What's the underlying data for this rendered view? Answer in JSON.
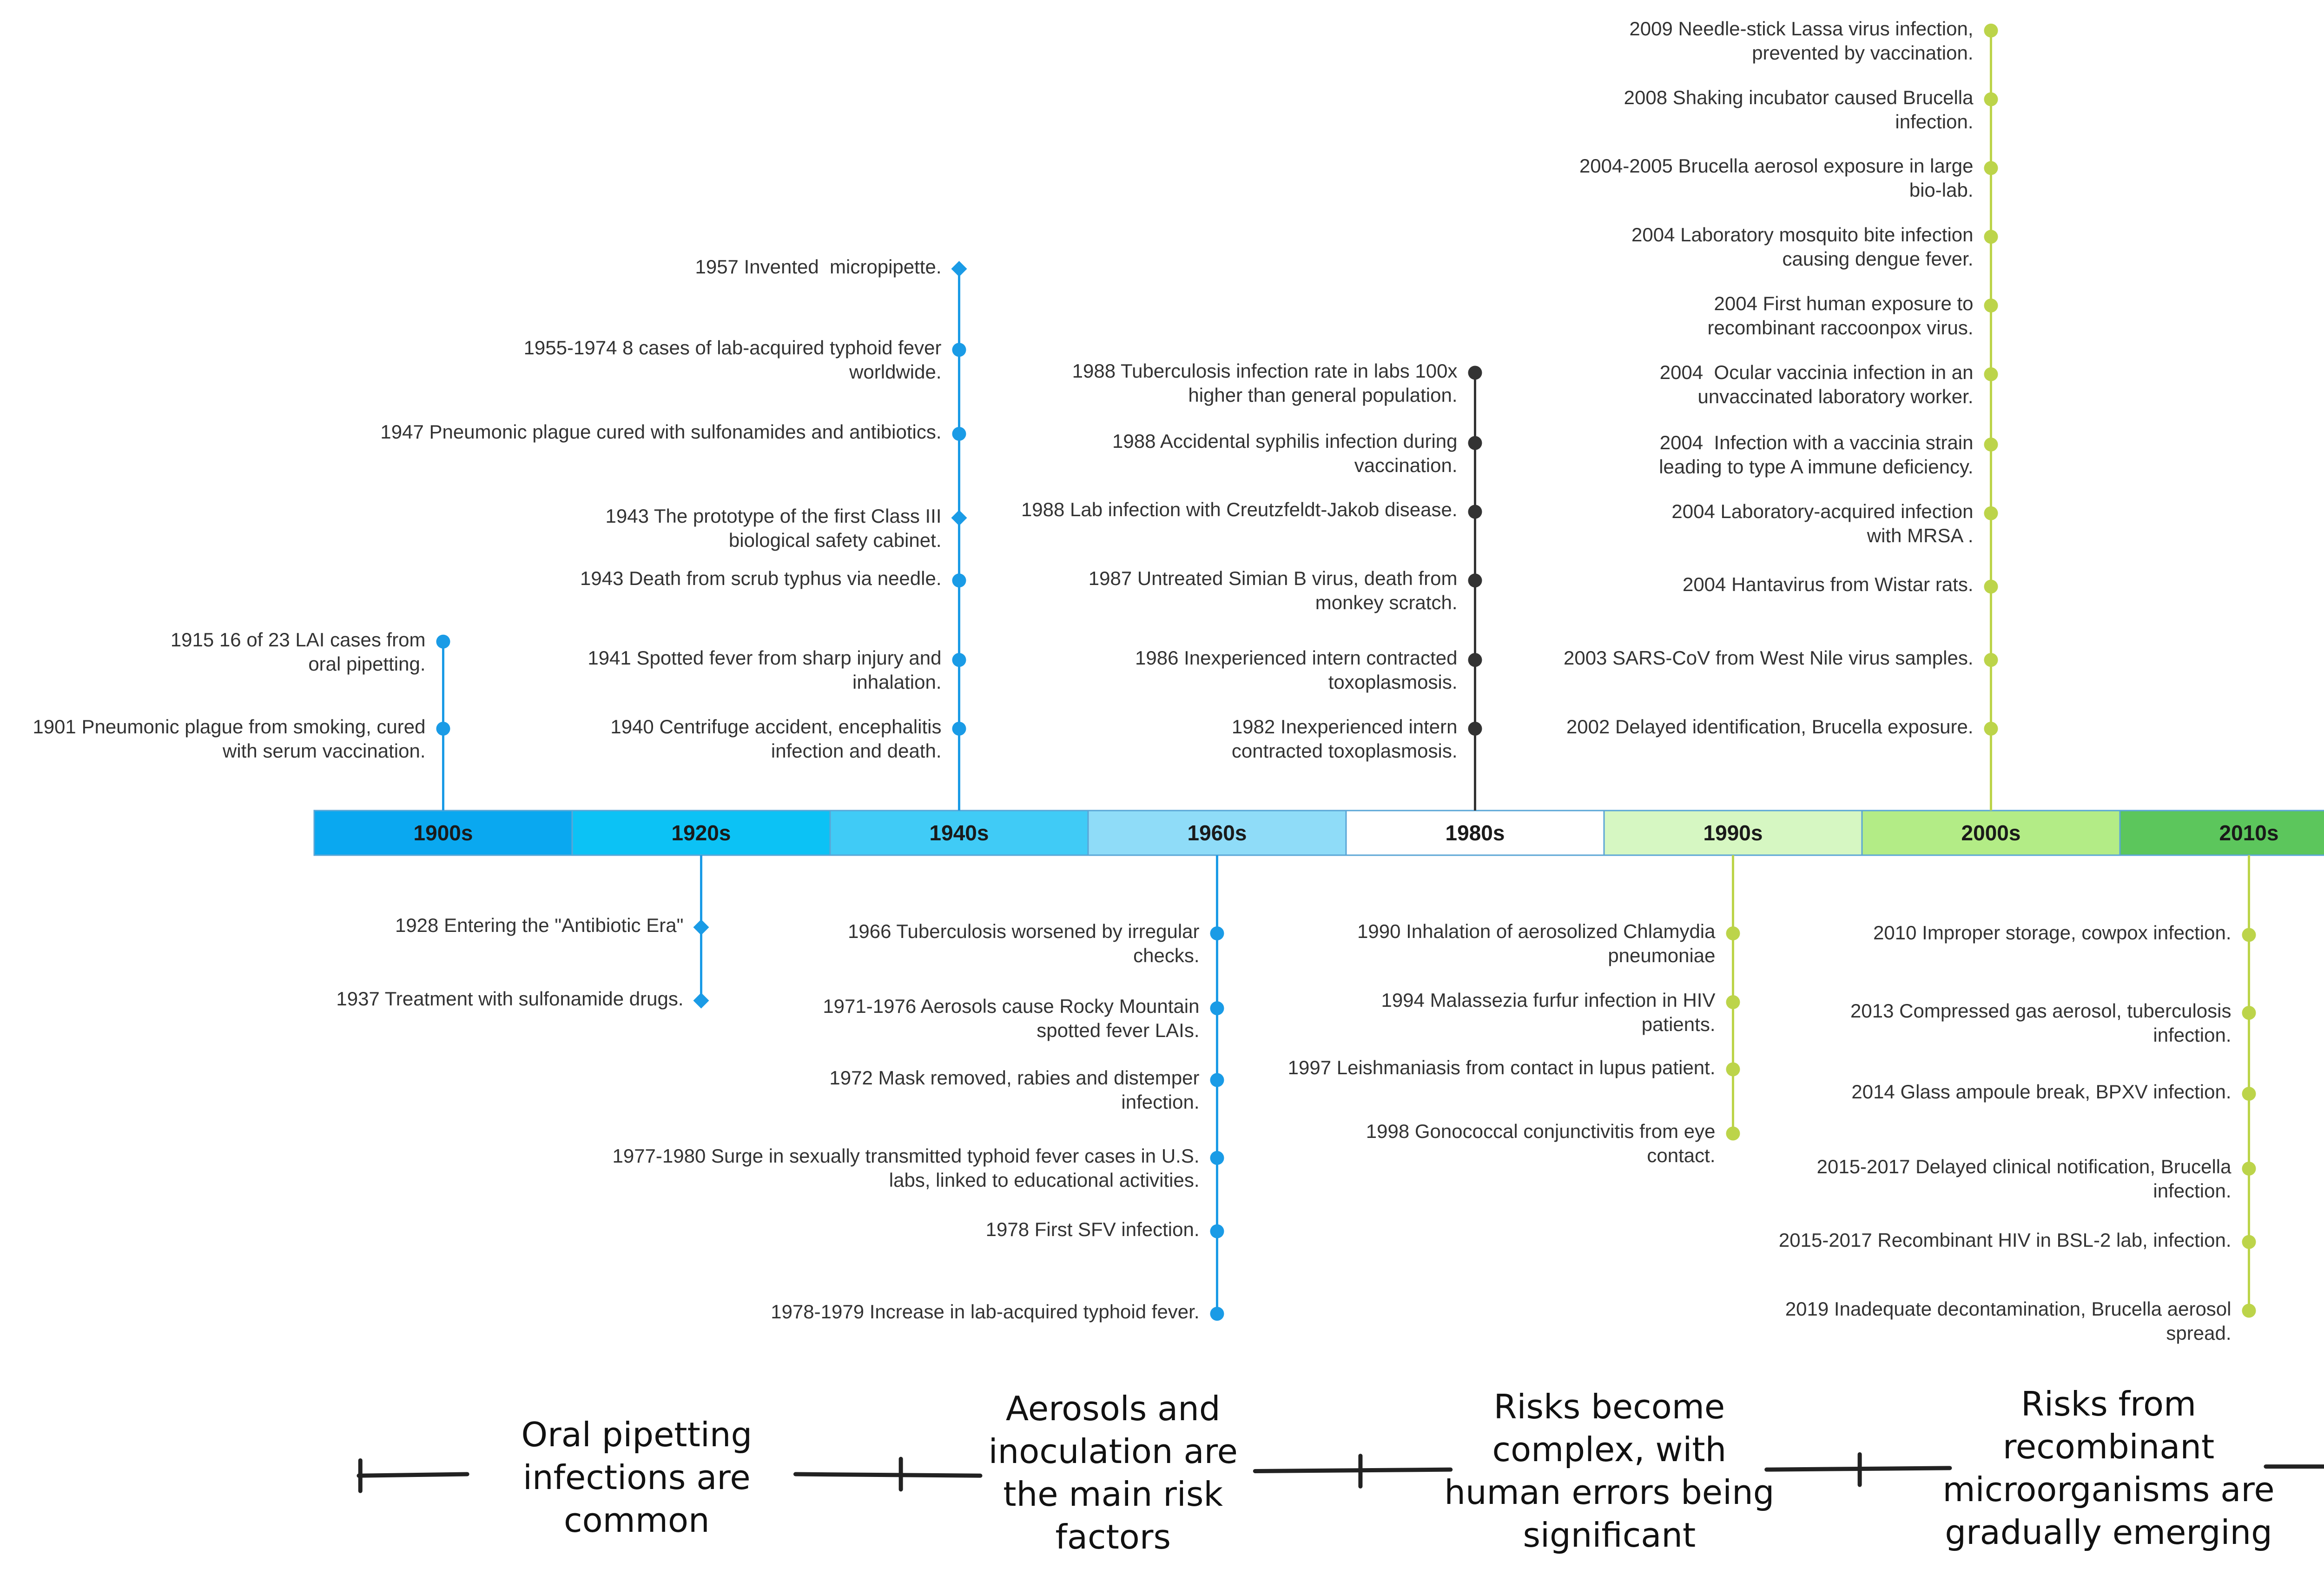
{
  "colors": {
    "blue_line": "#1a9be6",
    "dark_line": "#333333",
    "green_line": "#bcd44a",
    "border": "#5aa6d6",
    "text": "#333333"
  },
  "eras": [
    {
      "id": "1900s",
      "label": "1900s",
      "color": "#0aa8f0"
    },
    {
      "id": "1920s",
      "label": "1920s",
      "color": "#0cc2f5"
    },
    {
      "id": "1940s",
      "label": "1940s",
      "color": "#40cbf6"
    },
    {
      "id": "1960s",
      "label": "1960s",
      "color": "#8fdcf8"
    },
    {
      "id": "1980s",
      "label": "1980s",
      "color": "#ffffff"
    },
    {
      "id": "1990s",
      "label": "1990s",
      "color": "#d6f7c2"
    },
    {
      "id": "2000s",
      "label": "2000s",
      "color": "#b3ec86"
    },
    {
      "id": "2010s",
      "label": "2010s",
      "color": "#5cc65c"
    }
  ],
  "columns": [
    {
      "id": "1900s",
      "side": "top",
      "marker": "dot",
      "color": "#1a9be6",
      "events": [
        {
          "text": "1915 16 of 23 LAI cases from\noral pipetting."
        },
        {
          "text": "1901 Pneumonic plague from smoking, cured\nwith serum vaccination."
        }
      ]
    },
    {
      "id": "1940s",
      "side": "top",
      "marker": "mixed",
      "color": "#1a9be6",
      "events": [
        {
          "text": "1957 Invented  micropipette.",
          "marker": "diamond"
        },
        {
          "text": "1955-1974 8 cases of lab-acquired typhoid fever\nworldwide.",
          "marker": "dot"
        },
        {
          "text": "1947 Pneumonic plague cured with sulfonamides and antibiotics.",
          "marker": "dot"
        },
        {
          "text": "1943 The prototype of the first Class III\nbiological safety cabinet.",
          "marker": "diamond"
        },
        {
          "text": "1943 Death from scrub typhus via needle.",
          "marker": "dot"
        },
        {
          "text": "1941 Spotted fever from sharp injury and\ninhalation.",
          "marker": "dot"
        },
        {
          "text": "1940 Centrifuge accident, encephalitis\ninfection and death.",
          "marker": "dot"
        }
      ]
    },
    {
      "id": "1980s",
      "side": "top",
      "marker": "dot",
      "color": "#333333",
      "events": [
        {
          "text": "1988 Tuberculosis infection rate in labs 100x\nhigher than general population."
        },
        {
          "text": "1988 Accidental syphilis infection during\nvaccination."
        },
        {
          "text": "1988 Lab infection with Creutzfeldt-Jakob disease."
        },
        {
          "text": "1987 Untreated Simian B virus, death from\nmonkey scratch."
        },
        {
          "text": "1986 Inexperienced intern contracted\ntoxoplasmosis."
        },
        {
          "text": "1982 Inexperienced intern\ncontracted toxoplasmosis."
        }
      ]
    },
    {
      "id": "2000s",
      "side": "top",
      "marker": "dot",
      "color": "#bcd44a",
      "events": [
        {
          "text": "2009 Needle-stick Lassa virus infection,\nprevented by vaccination."
        },
        {
          "text": "2008 Shaking incubator caused Brucella\ninfection."
        },
        {
          "text": "2004-2005 Brucella aerosol exposure in large\nbio-lab."
        },
        {
          "text": "2004 Laboratory mosquito bite infection\ncausing dengue fever."
        },
        {
          "text": "2004 First human exposure to\nrecombinant raccoonpox virus."
        },
        {
          "text": "2004  Ocular vaccinia infection in an\nunvaccinated laboratory worker."
        },
        {
          "text": "2004  Infection with a vaccinia strain\nleading to type A immune deficiency."
        },
        {
          "text": "2004 Laboratory-acquired infection\nwith MRSA ."
        },
        {
          "text": "2004 Hantavirus from Wistar rats."
        },
        {
          "text": "2003 SARS-CoV from West Nile virus samples."
        },
        {
          "text": "2002 Delayed identification, Brucella exposure."
        }
      ]
    },
    {
      "id": "1920s",
      "side": "bottom",
      "marker": "diamond",
      "color": "#1a9be6",
      "events": [
        {
          "text": "1928 Entering the \"Antibiotic Era\""
        },
        {
          "text": "1937 Treatment with sulfonamide drugs."
        }
      ]
    },
    {
      "id": "1960s",
      "side": "bottom",
      "marker": "dot",
      "color": "#1a9be6",
      "events": [
        {
          "text": "1966 Tuberculosis worsened by irregular\nchecks."
        },
        {
          "text": "1971-1976 Aerosols cause Rocky Mountain\nspotted fever LAIs."
        },
        {
          "text": "1972 Mask removed, rabies and distemper\ninfection."
        },
        {
          "text": "1977-1980 Surge in sexually transmitted typhoid fever cases in U.S.\nlabs, linked to educational activities."
        },
        {
          "text": "1978 First SFV infection."
        },
        {
          "text": "1978-1979 Increase in lab-acquired typhoid fever."
        }
      ]
    },
    {
      "id": "1990s",
      "side": "bottom",
      "marker": "dot",
      "color": "#bcd44a",
      "events": [
        {
          "text": "1990 Inhalation of aerosolized Chlamydia\npneumoniae"
        },
        {
          "text": "1994 Malassezia furfur infection in HIV\npatients."
        },
        {
          "text": "1997 Leishmaniasis from contact in lupus patient."
        },
        {
          "text": "1998 Gonococcal conjunctivitis from eye\ncontact."
        }
      ]
    },
    {
      "id": "2010s",
      "side": "bottom",
      "marker": "dot",
      "color": "#bcd44a",
      "events": [
        {
          "text": "2010 Improper storage, cowpox infection."
        },
        {
          "text": "2013 Compressed gas aerosol, tuberculosis\ninfection."
        },
        {
          "text": "2014 Glass ampoule break, BPXV infection."
        },
        {
          "text": "2015-2017 Delayed clinical notification, Brucella\ninfection."
        },
        {
          "text": "2015-2017 Recombinant HIV in BSL-2 lab, infection."
        },
        {
          "text": "2019 Inadequate decontamination, Brucella aerosol\nspread."
        }
      ]
    }
  ],
  "phases": [
    {
      "text": "Oral pipetting\ninfections are\ncommon"
    },
    {
      "text": "Aerosols and\ninoculation are\nthe main risk\nfactors"
    },
    {
      "text": "Risks become\ncomplex, with\nhuman errors being\nsignificant"
    },
    {
      "text": "Risks from\nrecombinant\nmicroorganisms are\ngradually emerging"
    }
  ]
}
